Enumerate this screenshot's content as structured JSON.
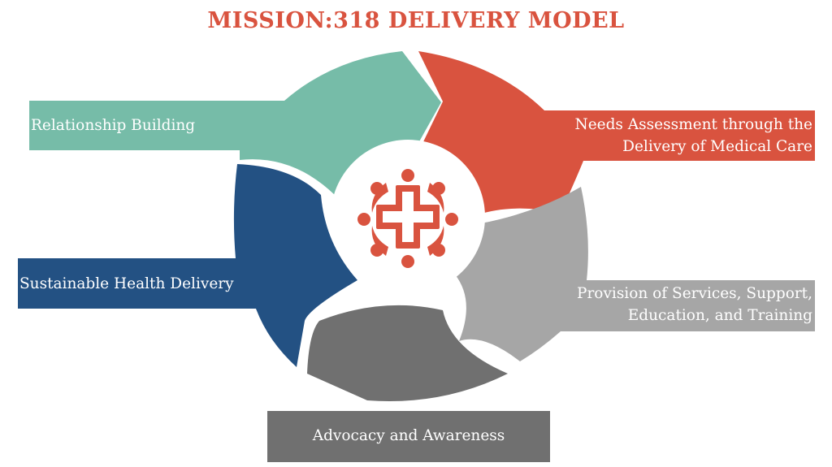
{
  "title": "MISSION:318 DELIVERY MODEL",
  "colors": {
    "title": "#d9533f",
    "teal": "#76bca8",
    "red": "#d9533f",
    "light_gray": "#a6a6a6",
    "dark_gray": "#707070",
    "blue": "#235183"
  },
  "stages": {
    "relationship": {
      "label": "Relationship Building"
    },
    "needs": {
      "line1": "Needs Assessment through the",
      "line2": "Delivery of Medical Care"
    },
    "provision": {
      "line1": "Provision of Services, Support,",
      "line2": "Education, and Training"
    },
    "advocacy": {
      "label": "Advocacy and Awareness"
    },
    "sustainable": {
      "label": "Sustainable Health Delivery"
    }
  },
  "center_logo": {
    "icon": "medical-cross-people-circle-icon"
  }
}
